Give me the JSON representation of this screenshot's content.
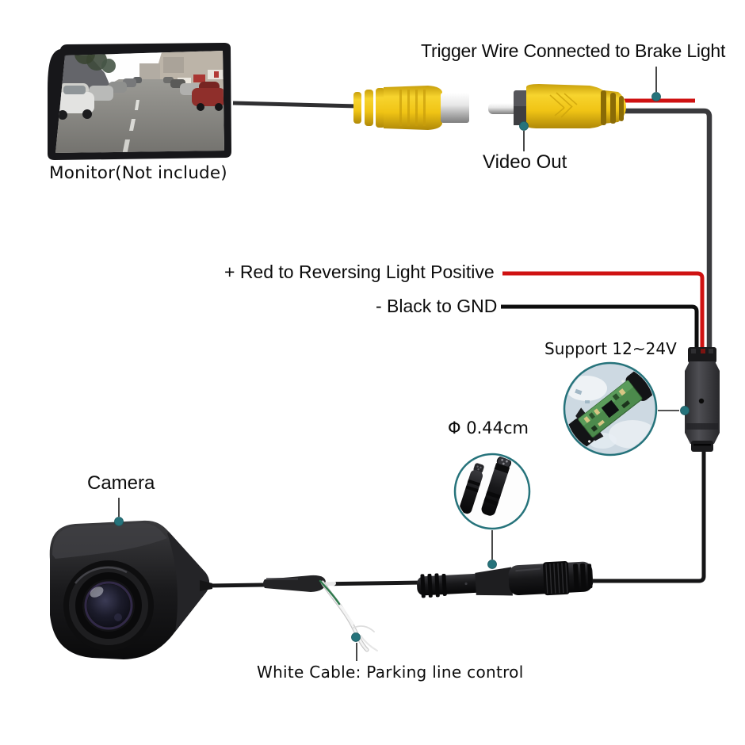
{
  "colors": {
    "accent_teal": "#26737b",
    "wire_red": "#cf1212",
    "wire_black": "#121212",
    "video_cable_gray": "#3a3a3d",
    "connector_yellow": "#f2c413"
  },
  "labels": {
    "trigger_wire": "Trigger Wire Connected to Brake Light",
    "video_out": "Video Out",
    "monitor": "Monitor(Not include)",
    "red_positive": "+ Red to Reversing Light Positive",
    "black_gnd": "- Black to GND",
    "support_voltage": "Support 12~24V",
    "connector_diameter": "Φ 0.44cm",
    "camera": "Camera",
    "white_cable": "White Cable: Parking line control"
  }
}
